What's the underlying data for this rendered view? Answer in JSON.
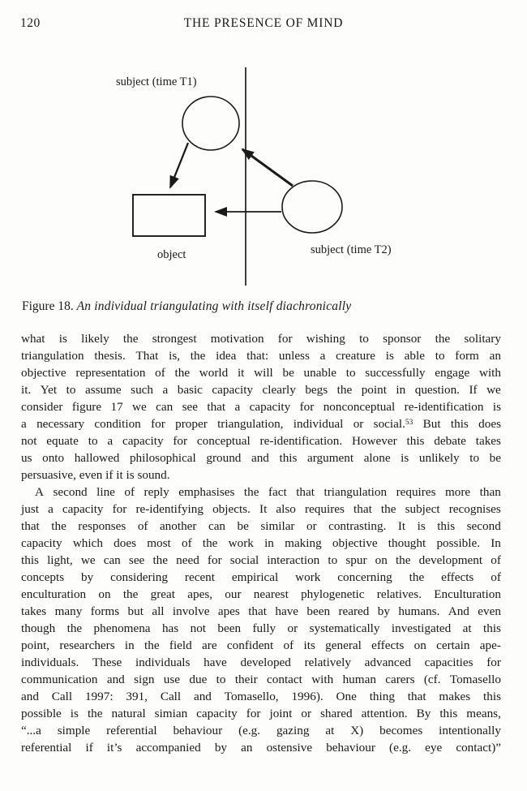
{
  "page": {
    "number": "120",
    "running_title": "THE PRESENCE OF MIND"
  },
  "colors": {
    "paper": "#fdfdfc",
    "ink": "#1a1a1a"
  },
  "figure": {
    "labels": {
      "subject_t1": "subject (time T1)",
      "subject_t2": "subject (time T2)",
      "object": "object"
    }
  },
  "caption": {
    "prefix": "Figure 18. ",
    "title_italic": "An individual triangulating with itself diachronically"
  },
  "body": {
    "paragraphs": [
      {
        "indent": false,
        "justify_last_line": false,
        "lines": [
          "what is likely the strongest motivation for wishing to sponsor the solitary",
          "triangulation thesis. That is, the idea that: unless a creature is able to form an",
          "objective representation of the world it will be unable to successfully engage with",
          "it. Yet to assume such a basic capacity clearly begs the point in question. If we",
          "consider figure 17 we can see that a capacity for nonconceptual re-identification is",
          [
            {
              "t": "a necessary condition for proper triangulation, individual or social."
            },
            {
              "t": "53",
              "sup": true
            },
            {
              "t": " But this does"
            }
          ],
          "not equate to a capacity for conceptual re-identification. However this debate takes",
          "us onto hallowed philosophical ground and this argument alone is unlikely to be",
          "persuasive, even if it is sound."
        ]
      },
      {
        "indent": true,
        "justify_last_line": true,
        "lines": [
          "A second line of reply emphasises the fact that triangulation requires more than",
          "just a capacity for re-identifying objects. It also requires that the subject recognises",
          "that the responses of another can be similar or contrasting. It is this second",
          "capacity which does most of the work in making objective thought possible. In",
          "this light, we can see the need for social interaction to spur on the development of",
          "concepts by considering recent empirical work concerning the effects of",
          "enculturation on the great apes, our nearest phylogenetic relatives. Enculturation",
          "takes many forms but all involve apes that have been reared by humans. And even",
          "though the phenomena has not been fully or systematically investigated at this",
          "point, researchers in the field are confident of its general effects on certain ape-",
          "individuals. These individuals have developed relatively advanced capacities for",
          "communication and sign use due to their contact with human carers (cf. Tomasello",
          "and Call 1997: 391, Call and Tomasello, 1996). One thing that makes this",
          "possible is the natural simian capacity for joint or shared attention. By this means,",
          "“...a simple referential behaviour (e.g. gazing at X) becomes intentionally",
          "referential if it’s accompanied by an ostensive behaviour (e.g. eye contact)”"
        ]
      }
    ]
  }
}
